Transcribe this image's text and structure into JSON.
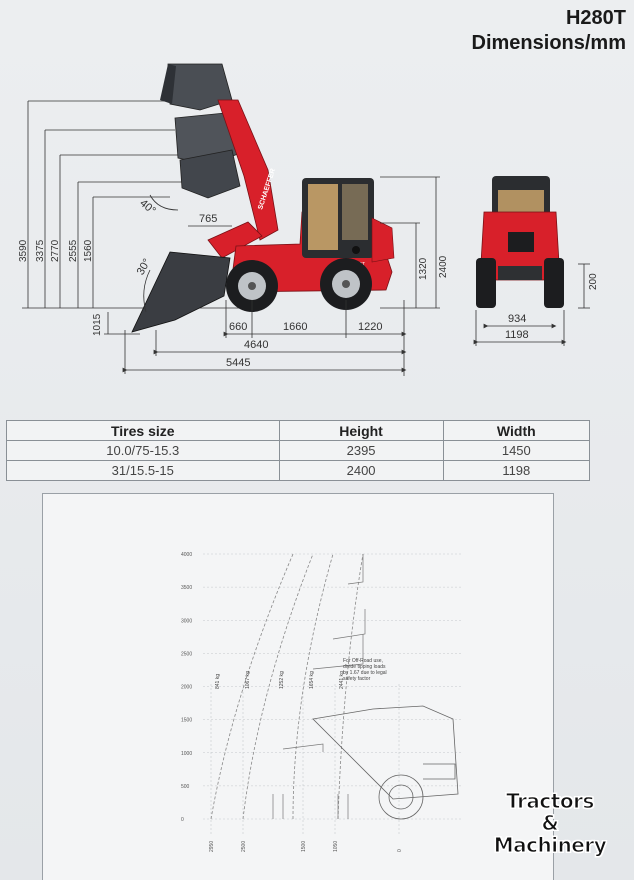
{
  "header": {
    "model": "H280T",
    "subtitle": "Dimensions/mm"
  },
  "side_view": {
    "heights": [
      "3590",
      "3375",
      "2770",
      "2555",
      "1560"
    ],
    "dump_depth": "1015",
    "angle_top": "40°",
    "angle_bottom": "30°",
    "reach": "765",
    "cab_height": "2400",
    "axle_height": "1320",
    "front_overhang": "660",
    "wheelbase": "1660",
    "rear_overhang": "1220",
    "length_no_bucket": "4640",
    "length_total": "5445",
    "brand_text": "SCHAEFFER",
    "cab_badge": "H280T"
  },
  "front_view": {
    "clearance": "200",
    "track": "934",
    "width": "1198"
  },
  "table": {
    "headers": [
      "Tires size",
      "Height",
      "Width"
    ],
    "rows": [
      [
        "10.0/75-15.3",
        "2395",
        "1450"
      ],
      [
        "31/15.5-15",
        "2400",
        "1198"
      ]
    ]
  },
  "load_chart": {
    "y_ticks": [
      "4000",
      "3500",
      "3000",
      "2500",
      "2000",
      "1500",
      "1000",
      "500",
      "0"
    ],
    "x_ticks": [
      "2950",
      "2500",
      "1500",
      "1050",
      "0"
    ],
    "loads": [
      "841 kg",
      "1067 kg",
      "1252 kg",
      "1654 kg",
      "2441 kg"
    ],
    "note": "For Off-Road use, divide tipping loads by 1.67 due to legal safety factor"
  },
  "watermark": {
    "line1": "Tractors",
    "line2": "&",
    "line3": "Machinery"
  },
  "colors": {
    "machine_red": "#d8202a",
    "bucket_dark": "#3a3d42",
    "dim_line": "#333333"
  }
}
